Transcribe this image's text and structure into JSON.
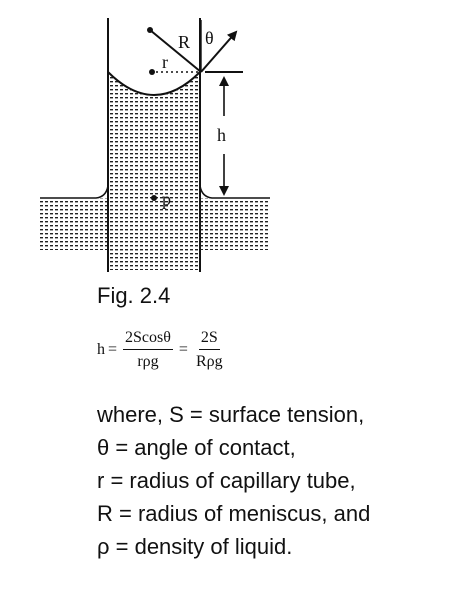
{
  "diagram": {
    "labels": {
      "R": "R",
      "theta": "θ",
      "r": "r",
      "h": "h",
      "p": "p"
    }
  },
  "caption": "Fig. 2.4",
  "formula": {
    "lhs": "h",
    "eq1": "=",
    "frac1_num": "2Scosθ",
    "frac1_den": "rρg",
    "eq2": "=",
    "frac2_num": "2S",
    "frac2_den": "Rρg"
  },
  "definitions": [
    "where, S = surface tension,",
    "θ = angle of contact,",
    "r = radius of capillary tube,",
    "R = radius of meniscus, and",
    "ρ = density of liquid."
  ]
}
